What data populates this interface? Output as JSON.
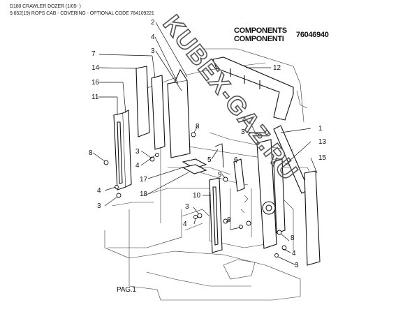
{
  "header": {
    "line1": "D180 CRAWLER DOZER (1/05- )",
    "line2": "9.652(19) ROPS CAB - COVERING - OPTIONAL CODE 784109221"
  },
  "title": {
    "components_en": "COMPONENTS",
    "components_it": "COMPONENTI",
    "part_number": "76046940"
  },
  "page_label": "PAG.1",
  "watermark": "KUBEX-GAZ.RU",
  "callouts": {
    "c2": "2",
    "c4a": "4",
    "c3a": "3",
    "c7": "7",
    "c14": "14",
    "c16": "16",
    "c11": "11",
    "c8a": "8",
    "c4b": "4",
    "c3b": "3",
    "c3c": "3",
    "c4c": "4",
    "c17": "17",
    "c18": "18",
    "c12": "12",
    "c4d": "4",
    "c3d": "3",
    "c8b": "8",
    "c1": "1",
    "c13": "13",
    "c15": "15",
    "c5": "5",
    "c6": "6",
    "c9": "9",
    "c10": "10",
    "c3e": "3",
    "c4e": "4",
    "c8c": "8",
    "c8d": "8",
    "c4f": "4",
    "c3f": "3"
  }
}
